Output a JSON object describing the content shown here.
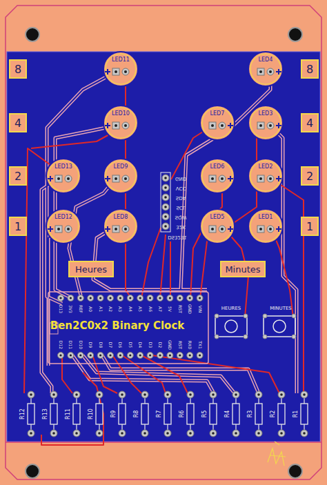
{
  "diagram": {
    "nodes": [
      {
        "text": [
          "8"
        ]
      },
      {
        "text": [
          "LED11"
        ]
      },
      {
        "text": [
          "LED4"
        ]
      },
      {
        "text": [
          "8"
        ]
      },
      {
        "text": [
          "4"
        ]
      },
      {
        "text": [
          "LED10"
        ]
      },
      {
        "text": [
          "LED7"
        ]
      },
      {
        "text": [
          "LED3"
        ]
      },
      {
        "text": [
          "4"
        ]
      },
      {
        "text": [
          "2"
        ]
      },
      {
        "text": [
          "LED13"
        ]
      },
      {
        "text": [
          "LED9"
        ]
      },
      {
        "text": [
          "LED6"
        ]
      },
      {
        "text": [
          "LED2"
        ]
      },
      {
        "text": [
          "2"
        ]
      },
      {
        "text": [
          "1"
        ]
      },
      {
        "text": [
          "LED12"
        ]
      },
      {
        "text": [
          "LED8"
        ]
      },
      {
        "text": [
          "LED5"
        ]
      },
      {
        "text": [
          "LED1"
        ]
      },
      {
        "text": [
          "1"
        ]
      },
      {
        "text": [
          "Heures"
        ]
      },
      {
        "text": [
          "Minutes"
        ]
      }
    ],
    "labels": [
      "Ben2C0x2 Binary Clock",
      "HEURES",
      "MINUTES",
      "GND",
      "VCC",
      "SDA",
      "SCL",
      "SQW",
      "32K",
      "DS3231",
      "D13",
      "3V3",
      "REF",
      "A0",
      "A1",
      "A2",
      "A3",
      "A4",
      "A5",
      "A6",
      "A7",
      "5V",
      "RST",
      "GND",
      "VIN",
      "D12",
      "D11",
      "D10",
      "D9",
      "D8",
      "D7",
      "D6",
      "D5",
      "D4",
      "D3",
      "D2",
      "GND",
      "RST",
      "RX0",
      "TX1",
      "R12",
      "R13",
      "R11",
      "R10",
      "R9",
      "R8",
      "R7",
      "R6",
      "R5",
      "R4",
      "R3",
      "R2",
      "R1"
    ]
  }
}
